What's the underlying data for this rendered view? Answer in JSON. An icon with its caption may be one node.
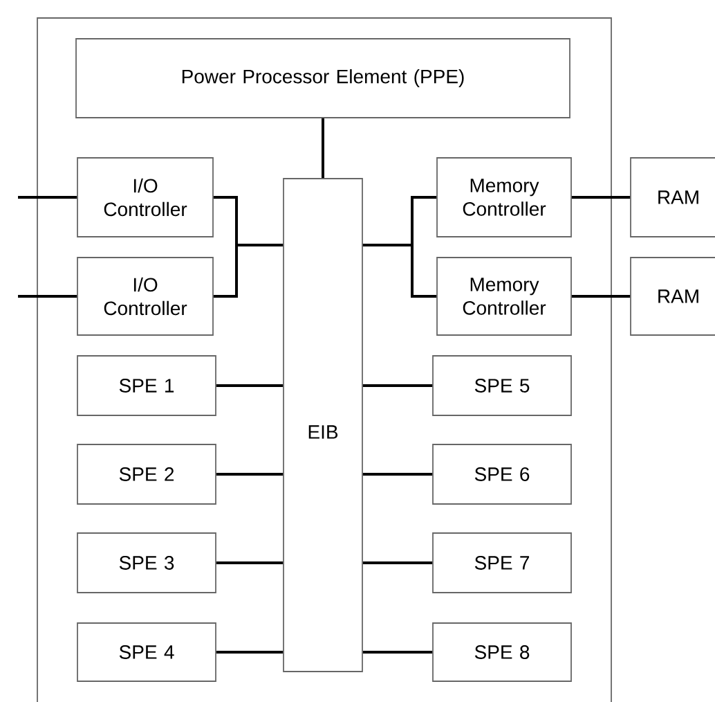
{
  "diagram": {
    "nodes": [
      {
        "text": [],
        "shape": "box"
      },
      {
        "text": [
          "Power Processor Element (PPE)"
        ],
        "in": 0
      },
      {
        "text": [
          "EIB"
        ],
        "in": 0
      },
      {
        "text": [
          "I/O Controller"
        ],
        "in": 0
      },
      {
        "text": [
          "I/O Controller"
        ],
        "in": 0
      },
      {
        "text": [
          "Memory Controller"
        ],
        "in": 0
      },
      {
        "text": [
          "Memory Controller"
        ],
        "in": 0
      },
      {
        "text": [
          "RAM"
        ]
      },
      {
        "text": [
          "RAM"
        ]
      },
      {
        "text": [
          "SPE 1"
        ],
        "in": 0
      },
      {
        "text": [
          "SPE 2"
        ],
        "in": 0
      },
      {
        "text": [
          "SPE 3"
        ],
        "in": 0
      },
      {
        "text": [
          "SPE 4"
        ],
        "in": 0
      },
      {
        "text": [
          "SPE 5"
        ],
        "in": 0
      },
      {
        "text": [
          "SPE 6"
        ],
        "in": 0
      },
      {
        "text": [
          "SPE 7"
        ],
        "in": 0
      },
      {
        "text": [
          "SPE 8"
        ],
        "in": 0
      }
    ],
    "edges": [
      {
        "from": 1,
        "to": 2,
        "arrow": "none"
      },
      {
        "from": 3,
        "to": 2,
        "arrow": "none"
      },
      {
        "from": 4,
        "to": 2,
        "arrow": "none"
      },
      {
        "from": 5,
        "to": 2,
        "arrow": "none"
      },
      {
        "from": 6,
        "to": 2,
        "arrow": "none"
      },
      {
        "from": 5,
        "to": 7,
        "arrow": "none"
      },
      {
        "from": 6,
        "to": 8,
        "arrow": "none"
      },
      {
        "from": 9,
        "to": 2,
        "arrow": "none"
      },
      {
        "from": 10,
        "to": 2,
        "arrow": "none"
      },
      {
        "from": 11,
        "to": 2,
        "arrow": "none"
      },
      {
        "from": 12,
        "to": 2,
        "arrow": "none"
      },
      {
        "from": 13,
        "to": 2,
        "arrow": "none"
      },
      {
        "from": 14,
        "to": 2,
        "arrow": "none"
      },
      {
        "from": 15,
        "to": 2,
        "arrow": "none"
      },
      {
        "from": 16,
        "to": 2,
        "arrow": "none"
      },
      {
        "from": null,
        "to": 3,
        "arrow": "none"
      },
      {
        "from": null,
        "to": 4,
        "arrow": "none"
      }
    ]
  }
}
